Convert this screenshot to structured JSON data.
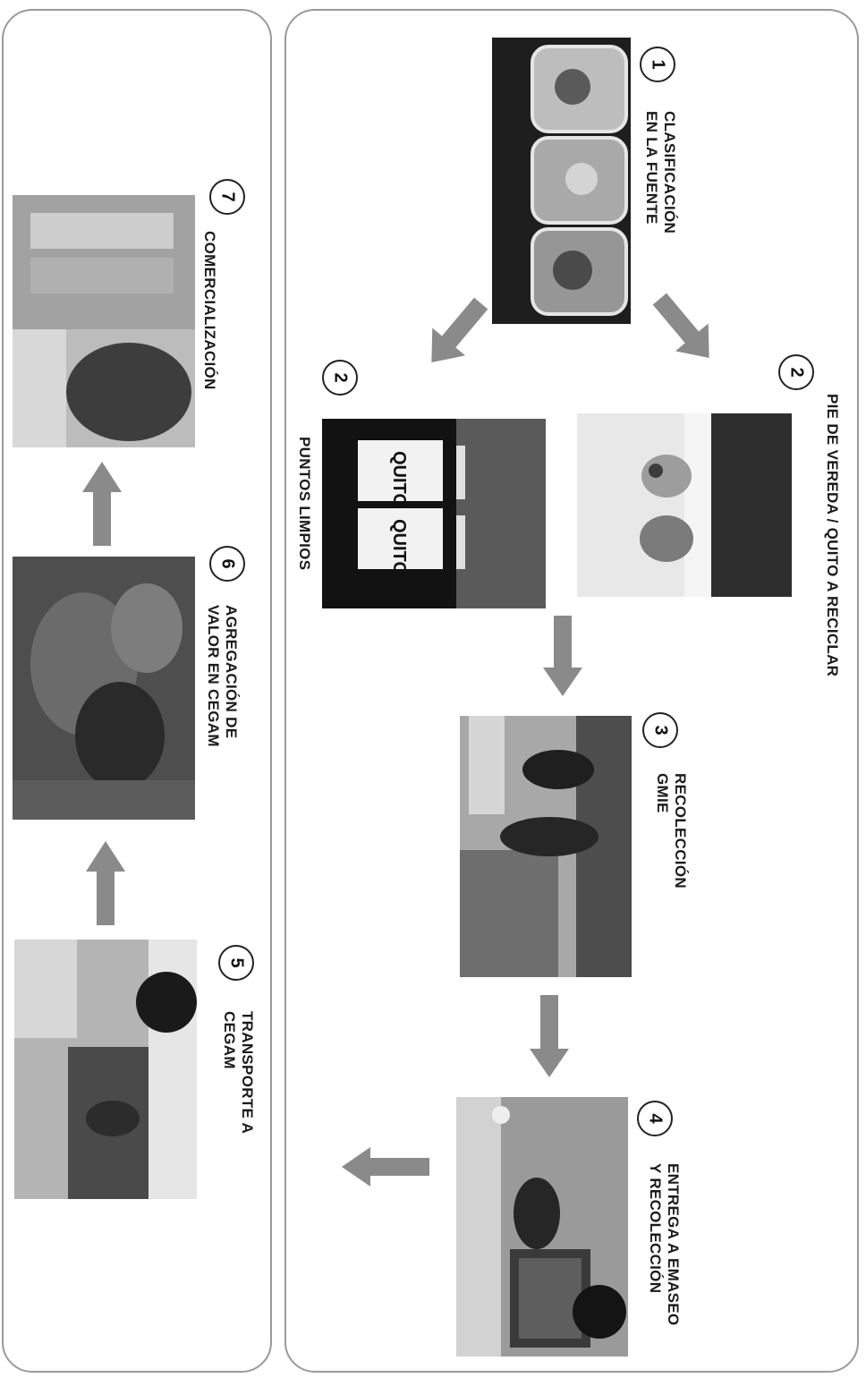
{
  "steps": [
    {
      "number": "1",
      "line1": "CLASIFICACIÓN",
      "line2": "EN LA FUENTE"
    },
    {
      "number": "2",
      "line1": "PIE DE VEREDA / QUITO A RECICLAR",
      "line2": ""
    },
    {
      "number": "2",
      "line1": "PUNTOS LIMPIOS",
      "line2": ""
    },
    {
      "number": "3",
      "line1": "RECOLECCIÓN",
      "line2": "GMIE"
    },
    {
      "number": "4",
      "line1": "ENTREGA A EMASEO",
      "line2": "Y RECOLECCIÓN"
    },
    {
      "number": "5",
      "line1": "TRANSPORTE A",
      "line2": "CEGAM"
    },
    {
      "number": "6",
      "line1": "AGREGACIÓN DE",
      "line2": "VALOR EN CEGAM"
    },
    {
      "number": "7",
      "line1": "COMERCIALIZACIÓN",
      "line2": ""
    }
  ],
  "signage": {
    "text": "QUITO"
  },
  "colors": {
    "arrow": "#8a8a8a",
    "border": "#9a9a9a",
    "text": "#1b1b1b"
  }
}
